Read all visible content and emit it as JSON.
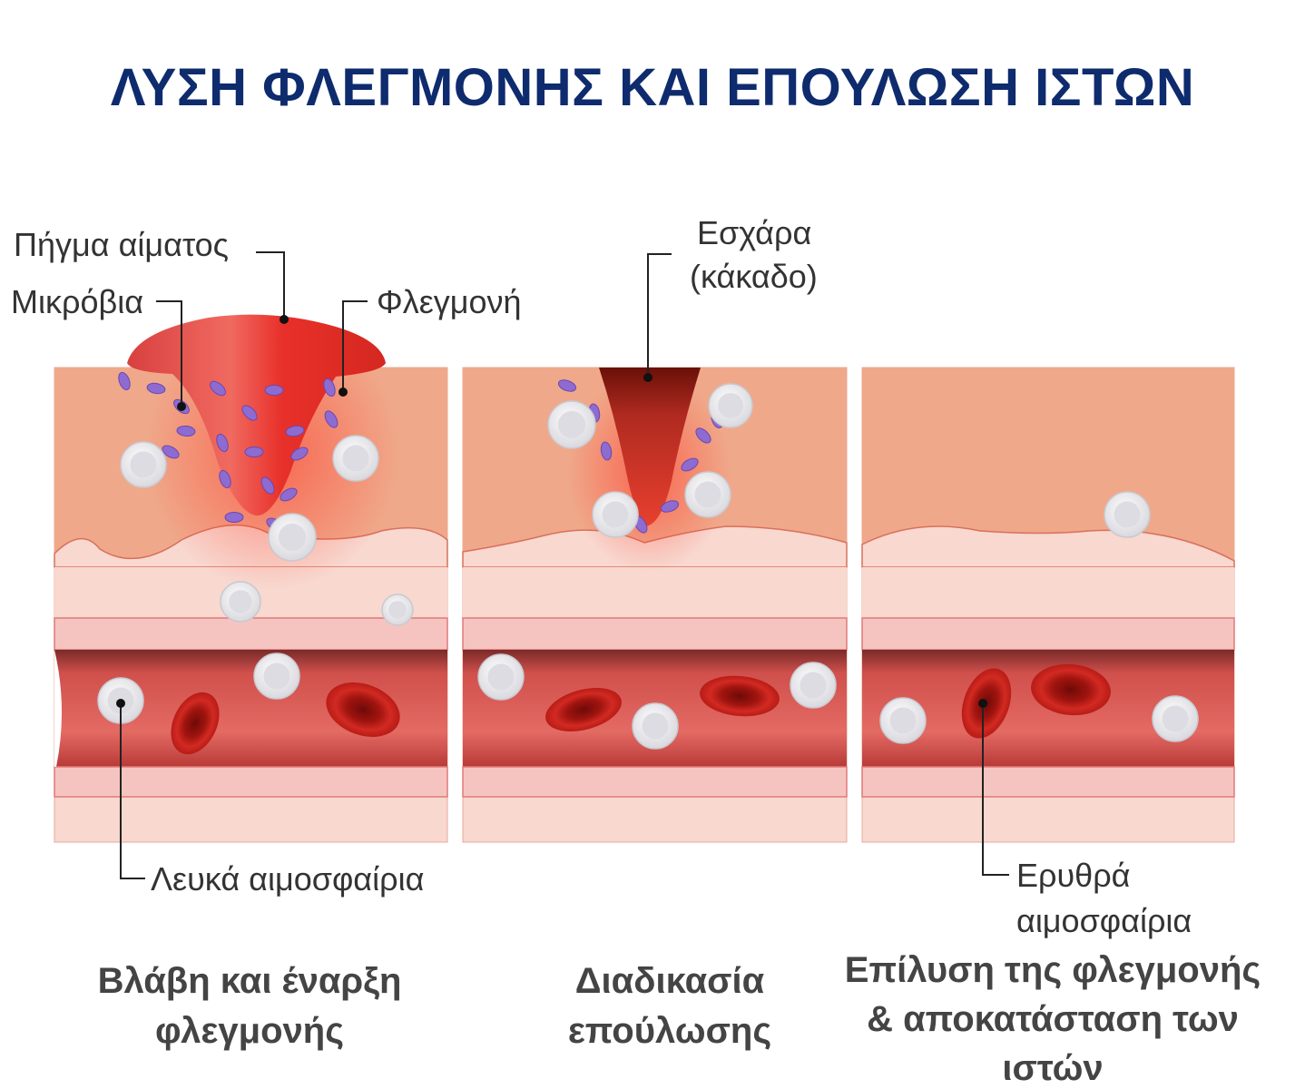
{
  "title": "ΛΥΣΗ ΦΛΕΓΜΟΝΗΣ ΚΑΙ ΕΠΟΥΛΩΣΗ ΙΣΤΩΝ",
  "labels": {
    "blood_clot": "Πήγμα αίματος",
    "microbes": "Μικρόβια",
    "inflammation": "Φλεγμονή",
    "scab_line1": "Εσχάρα",
    "scab_line2": "(κάκαδο)",
    "white_cells": "Λευκά αιμοσφαίρια",
    "red_cells_line1": "Ερυθρά",
    "red_cells_line2": "αιμοσφαίρια"
  },
  "panels": [
    {
      "caption": [
        "Βλάβη και έναρξη",
        "φλεγμονής"
      ]
    },
    {
      "caption": [
        "Διαδικασία",
        "επούλωσης"
      ]
    },
    {
      "caption": [
        "Επίλυση της φλεγμονής",
        "& αποκατάσταση των",
        "ιστών"
      ]
    }
  ],
  "colors": {
    "title": "#0e2b6e",
    "dermis": "#f0a88a",
    "subdermis": "#f8d8cf",
    "vessel_wall": "#f5c4c0",
    "lumen": "#d9534f",
    "clot": "#e03a30",
    "scab": "#8a1c12",
    "microbe": "#8e6bd0",
    "wbc": "#f4f4f6",
    "rbc": "#c8221c"
  }
}
